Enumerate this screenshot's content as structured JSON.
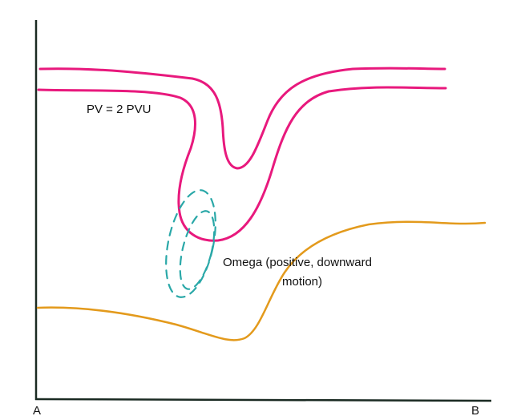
{
  "labels": {
    "pv": "PV = 2 PVU",
    "omega_line1": "Omega (positive, downward",
    "omega_line2": "motion)",
    "axis_start": "A",
    "axis_end": "B"
  },
  "colors": {
    "pv_contour": "#e8197d",
    "theta_line": "#e39a1c",
    "omega_contour": "#2aa8a8",
    "axes": "#1a2a22"
  }
}
